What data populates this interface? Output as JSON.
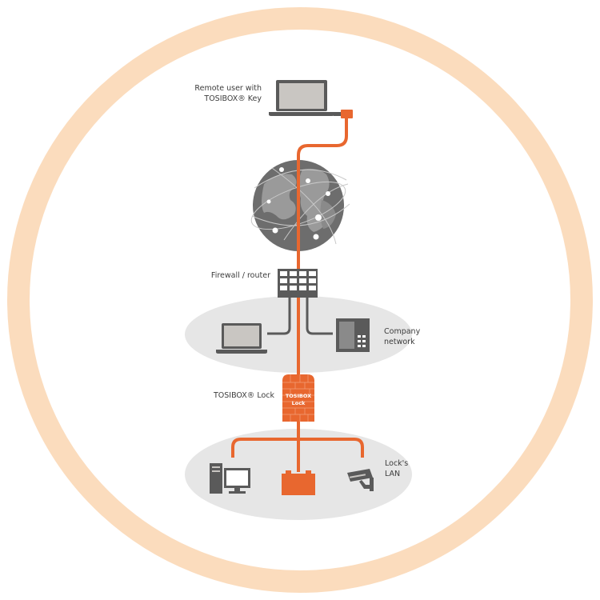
{
  "labels": {
    "remote_user_line1": "Remote user with",
    "remote_user_line2": "TOSIBOX® Key",
    "firewall": "Firewall / router",
    "company_line1": "Company",
    "company_line2": "network",
    "lock": "TOSIBOX® Lock",
    "lock_device_line1": "TOSIBOX",
    "lock_device_line2": "Lock",
    "lan_line1": "Lock's",
    "lan_line2": "LAN"
  },
  "colors": {
    "ring": "#fbdcbd",
    "cable": "#e8672f",
    "device_gray": "#5a5a5a",
    "screen": "#c9c6c2",
    "network_ellipse": "#e6e6e6",
    "globe": "#6d6d6d"
  },
  "icons": [
    "laptop-icon",
    "usb-key-icon",
    "globe-icon",
    "firewall-grid-icon",
    "computer-icon",
    "server-rack-icon",
    "brick-lock-icon",
    "desktop-pc-icon",
    "battery-plc-icon",
    "security-camera-icon"
  ]
}
